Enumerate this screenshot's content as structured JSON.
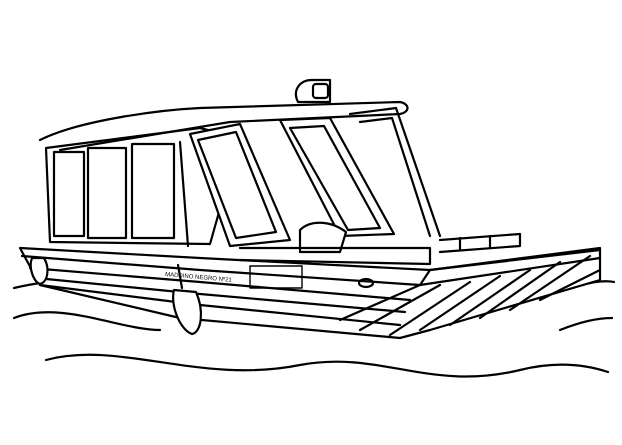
{
  "image": {
    "subject": "line-art coloring page of a covered patrol boat on waves",
    "style": "black outline on white",
    "background_color": "#ffffff",
    "line_color": "#000000"
  },
  "boat": {
    "hull_text": "MADDINO NEGRO Nº21"
  }
}
